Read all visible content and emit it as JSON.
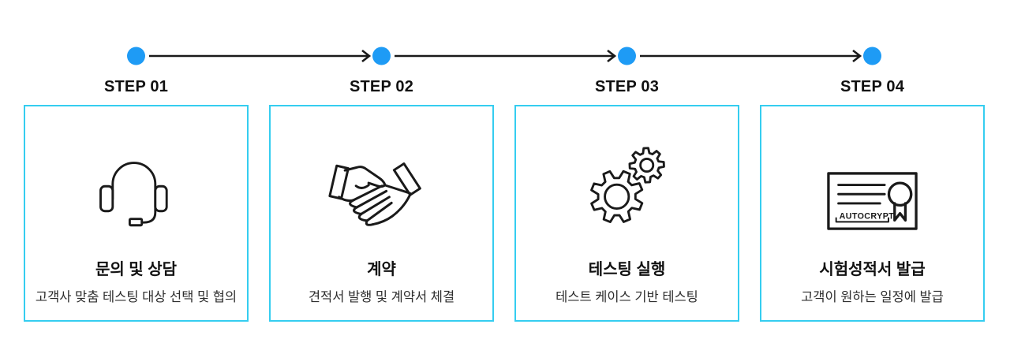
{
  "colors": {
    "accent_blue": "#1E9BF5",
    "card_border": "#35CDF0",
    "line": "#1A1A1A"
  },
  "steps": [
    {
      "label": "STEP 01",
      "icon": "headset-icon",
      "title": "문의 및 상담",
      "description": "고객사 맞춤 테스팅 대상 선택 및 협의"
    },
    {
      "label": "STEP 02",
      "icon": "handshake-icon",
      "title": "계약",
      "description": "견적서 발행 및 계약서 체결"
    },
    {
      "label": "STEP 03",
      "icon": "gears-icon",
      "title": "테스팅 실행",
      "description": "테스트 케이스 기반 테스팅"
    },
    {
      "label": "STEP 04",
      "icon": "certificate-icon",
      "title": "시험성적서 발급",
      "description": "고객이 원하는 일정에 발급",
      "icon_text": "AUTOCRYPT"
    }
  ]
}
